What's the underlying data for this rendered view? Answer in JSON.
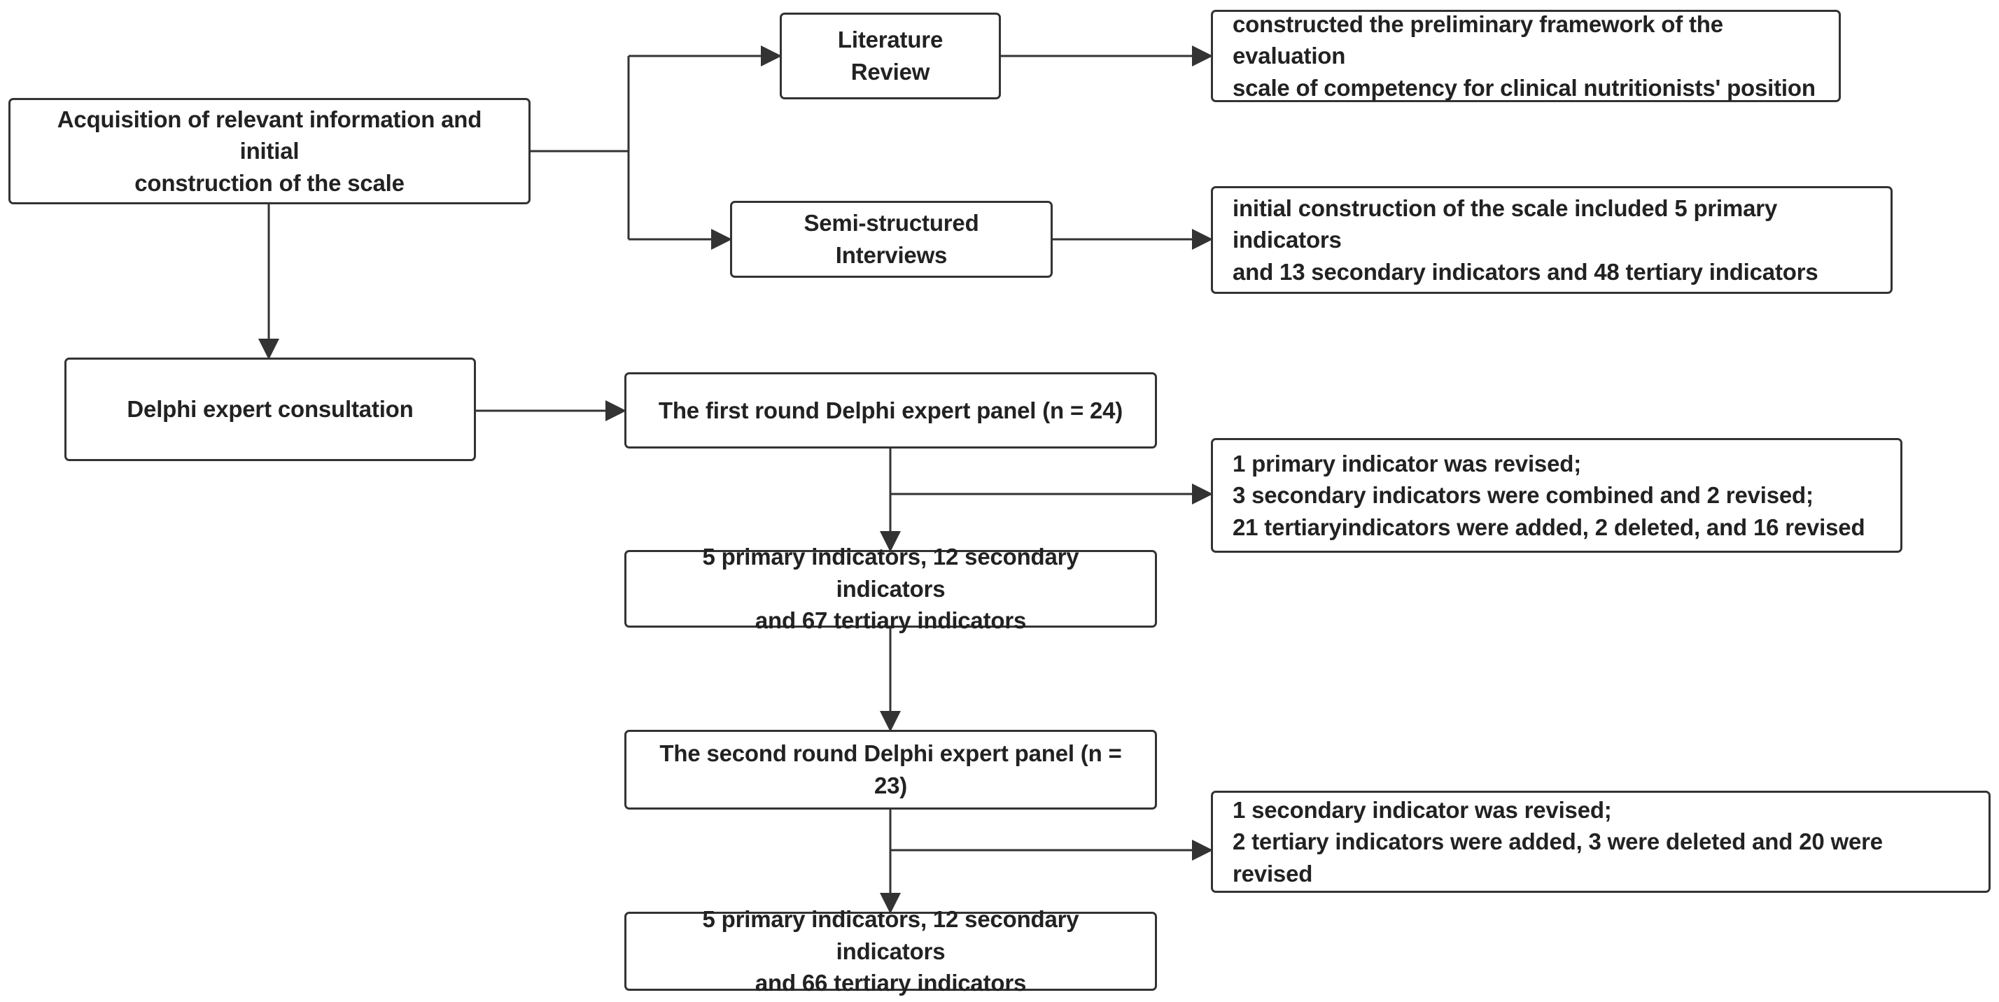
{
  "nodes": {
    "acquisition": "Acquisition of relevant information and initial\nconstruction of the scale",
    "literature_review": "Literature Review",
    "preliminary_framework": "constructed the preliminary framework of the evaluation\nscale of competency for clinical nutritionists' position",
    "semi_structured": "Semi-structured Interviews",
    "initial_construction": "initial construction of the scale included 5 primary indicators\nand 13 secondary indicators and 48 tertiary indicators",
    "delphi_consultation": "Delphi expert consultation",
    "first_round": "The first round Delphi expert panel (n = 24)",
    "first_round_changes": "1 primary indicator was revised;\n3 secondary indicators were combined and 2 revised;\n21 tertiaryindicators were added, 2 deleted, and 16 revised",
    "after_first_round": "5 primary indicators, 12 secondary indicators\nand 67 tertiary indicators",
    "second_round": "The second round Delphi expert panel (n = 23)",
    "second_round_changes": "1 secondary indicator was revised;\n2 tertiary indicators were added, 3 were deleted and 20 were revised",
    "final_result": "5 primary indicators, 12 secondary indicators\nand 66 tertiary indicators"
  },
  "style": {
    "line_color": "#333333",
    "border_color": "#333333"
  }
}
